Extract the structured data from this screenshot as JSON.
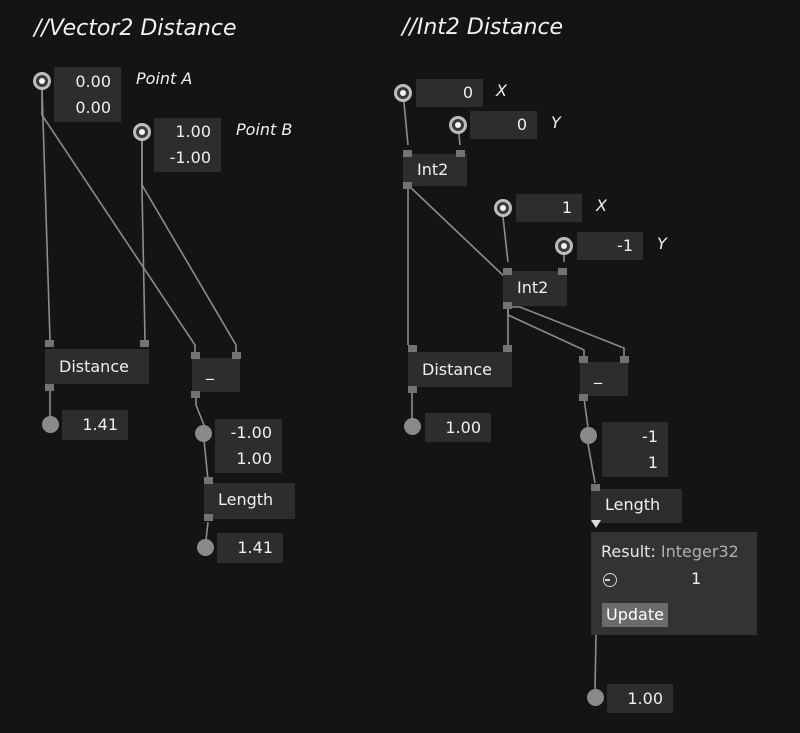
{
  "titles": {
    "left": "//Vector2 Distance",
    "right": "//Int2 Distance"
  },
  "left": {
    "point_a": {
      "label": "Point A",
      "x": "0.00",
      "y": "0.00"
    },
    "point_b": {
      "label": "Point B",
      "x": "1.00",
      "y": "-1.00"
    },
    "distance_node": "Distance",
    "distance_result": "1.41",
    "subtract_node": "_",
    "subtract_result": {
      "x": "-1.00",
      "y": "1.00"
    },
    "length_node": "Length",
    "length_result": "1.41"
  },
  "right": {
    "int2_a": {
      "x_label": "X",
      "x": "0",
      "y_label": "Y",
      "y": "0"
    },
    "int2_a_node": "Int2",
    "int2_b": {
      "x_label": "X",
      "x": "1",
      "y_label": "Y",
      "y": "-1"
    },
    "int2_b_node": "Int2",
    "distance_node": "Distance",
    "distance_result": "1.00",
    "subtract_node": "_",
    "subtract_result": {
      "x": "-1",
      "y": "1"
    },
    "length_node": "Length",
    "popup": {
      "result_label": "Result:",
      "result_type": "Integer32",
      "value": "1",
      "update_button": "Update",
      "clock_icon": "clock-icon"
    },
    "length_result": "1.00"
  },
  "colors": {
    "background": "#141414",
    "node": "#2d2d2d",
    "wire": "#8c8c8c",
    "pin": "#8a8a8a"
  }
}
